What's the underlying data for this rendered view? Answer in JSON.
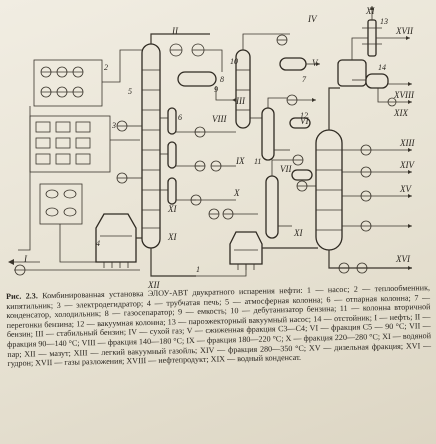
{
  "labels": {
    "roman": [
      "I",
      "II",
      "III",
      "IV",
      "V",
      "VI",
      "VII",
      "VIII",
      "IX",
      "X",
      "XI",
      "XII",
      "XIII",
      "XIV",
      "XV",
      "XVI",
      "XVII",
      "XVIII",
      "XIX"
    ],
    "arabic": [
      "1",
      "2",
      "3",
      "4",
      "5",
      "6",
      "7",
      "8",
      "9",
      "10",
      "11",
      "12",
      "13",
      "14"
    ]
  },
  "caption": {
    "figure": "Рис. 2.3.",
    "title": "Комбинированная установка ЭЛОУ-АВТ двукратного испарения нефти:",
    "legend_equipment": "1 — насос; 2 — теплообменник, кипятильник; 3 — электродегидратор; 4 — трубчатая печь; 5 — атмосферная колонна; 6 — отпарная колонна; 7 — конденсатор, холодильник; 8 — газосепаратор; 9 — емкость; 10 — дебутанизатор бензина; 11 — колонна вторичной перегонки бензина; 12 — вакуумная колонна; 13 — пароэжекторный вакуумный насос; 14 — отстойник;",
    "legend_streams": "I — нефть; II — бензин; III — стабильный бензин; IV — сухой газ; V — сжиженная фракция C3—C4; VI — фракция C5 — 90 °С; VII — фракция 90—140 °С; VIII — фракция 140—180 °С; IX — фракция 180—220 °С; X — фракция 220—280 °С; XI — водяной пар; XII — мазут; XIII — легкий вакуумный газойль; XIV — фракция 280—350 °С; XV — дизельная фракция; XVI — гудрон; XVII — газы разложения; XVIII — нефтепродукт; XIX — водный конденсат."
  }
}
